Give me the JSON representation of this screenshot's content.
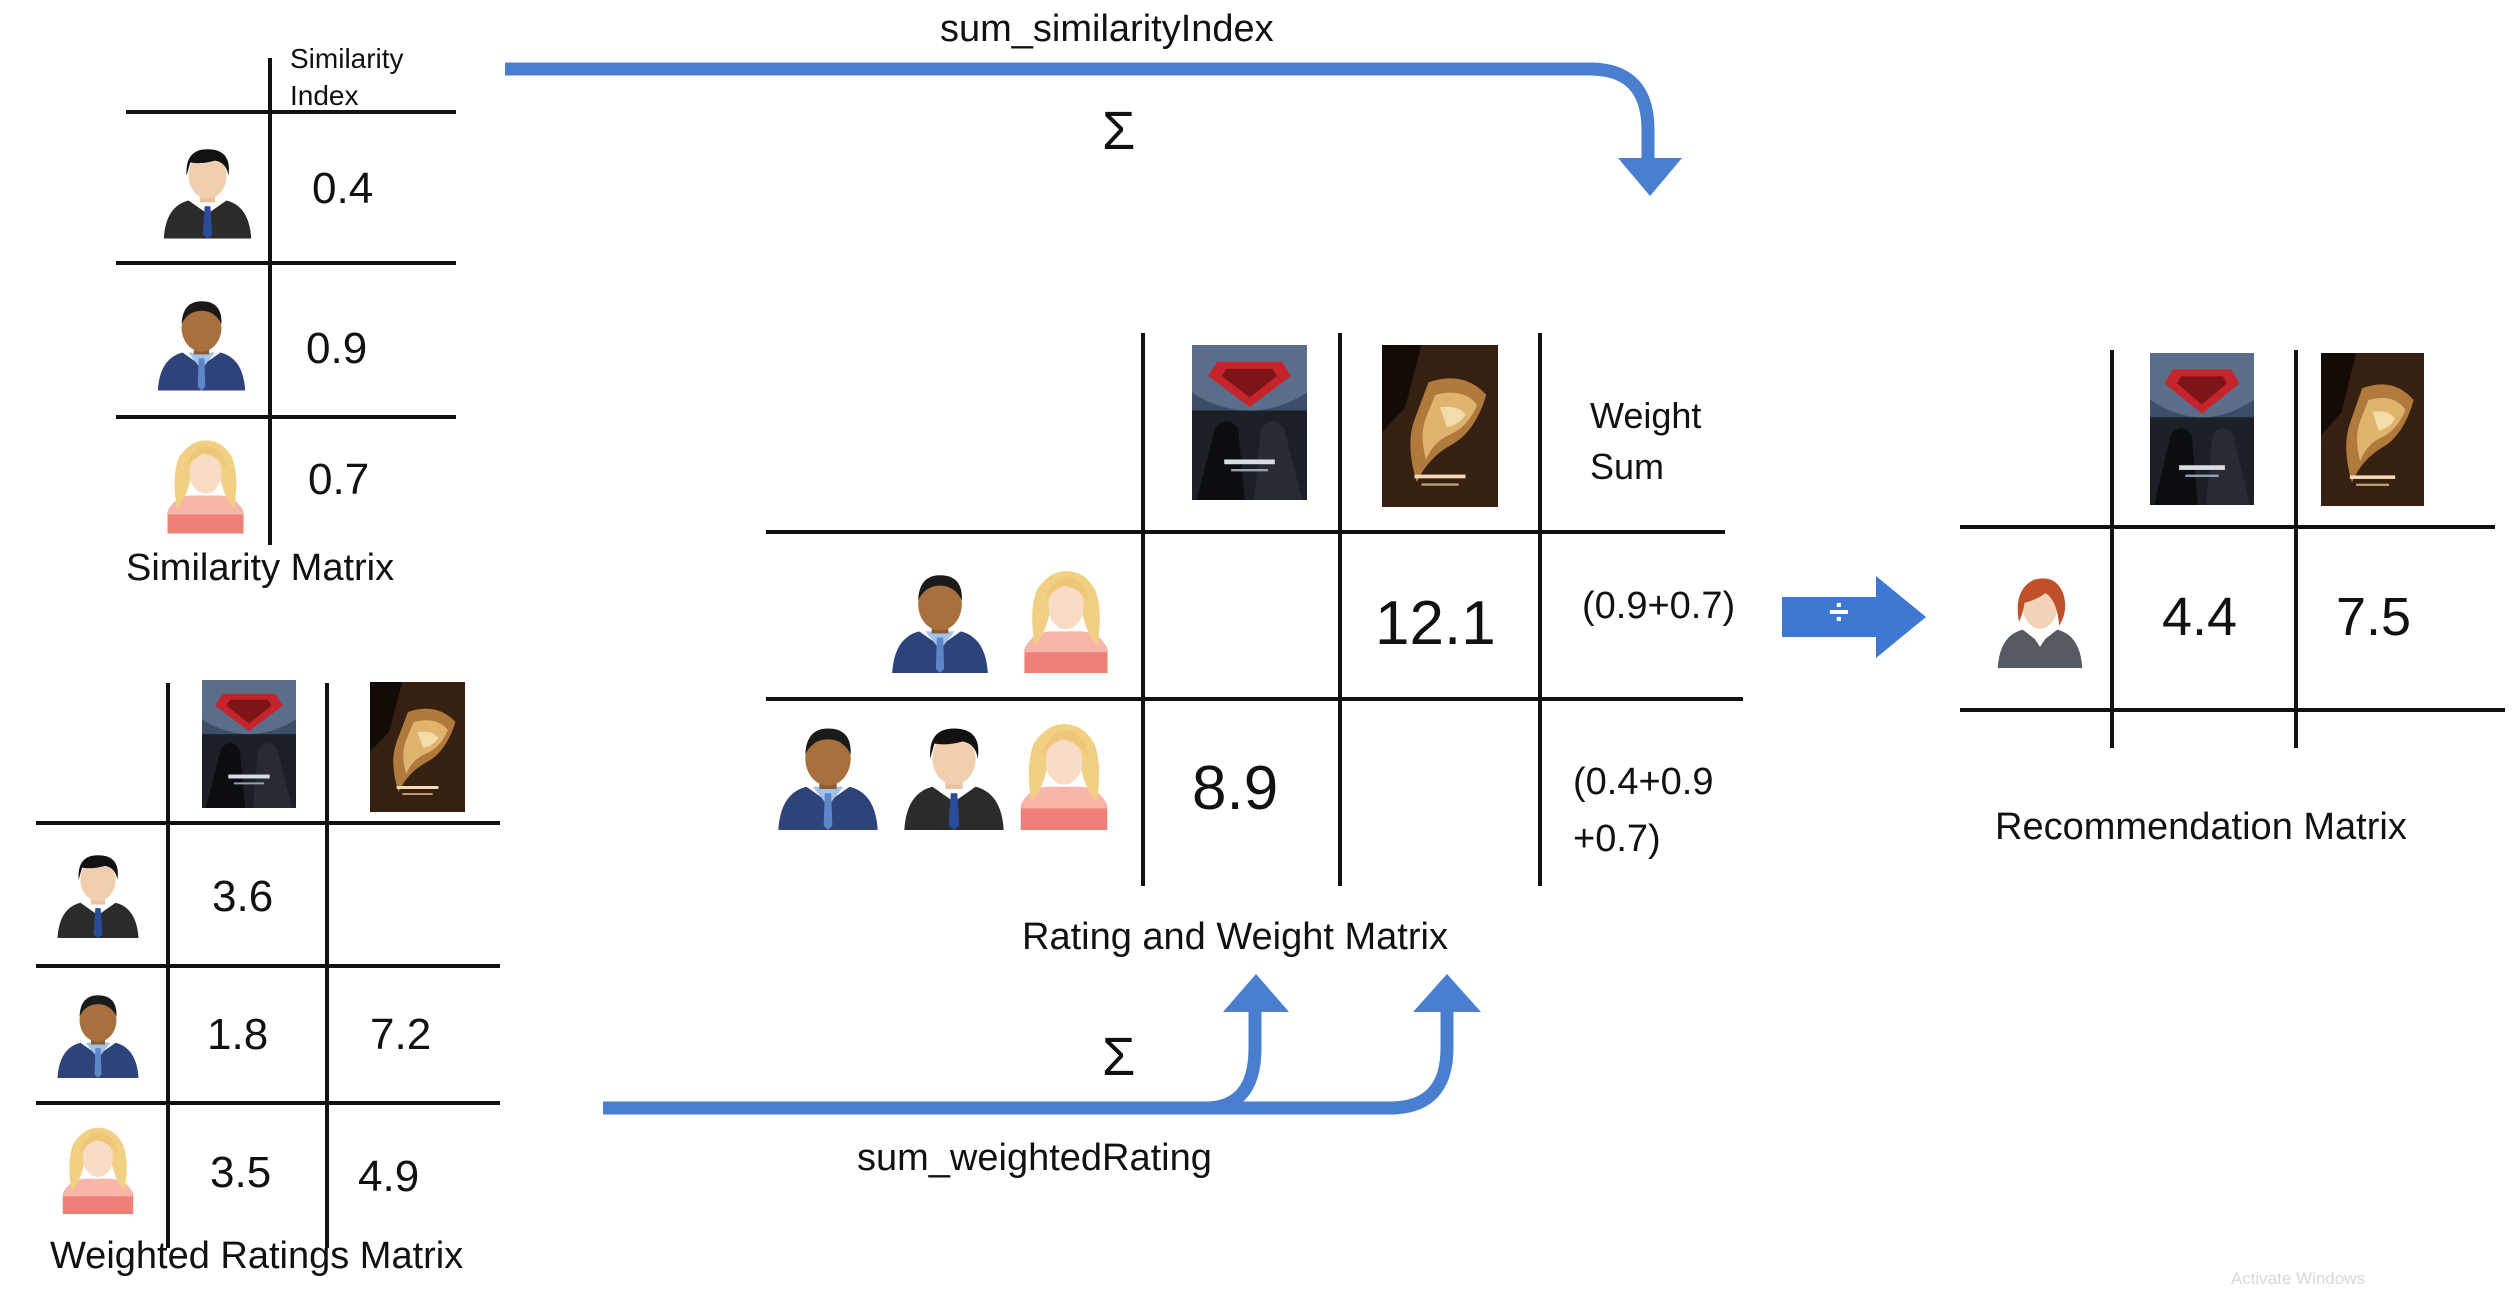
{
  "similarity_matrix": {
    "header": "Similarity\nIndex",
    "rows": [
      {
        "user": "man-dark-hair",
        "value": "0.4"
      },
      {
        "user": "man-brown-skin",
        "value": "0.9"
      },
      {
        "user": "woman-blonde",
        "value": "0.7"
      }
    ],
    "title": "Similarity Matrix"
  },
  "weighted_ratings_matrix": {
    "columns": [
      "batman-v-superman-poster",
      "batman-begins-poster"
    ],
    "rows": [
      {
        "user": "man-dark-hair",
        "values": [
          "3.6",
          ""
        ]
      },
      {
        "user": "man-brown-skin",
        "values": [
          "1.8",
          "7.2"
        ]
      },
      {
        "user": "woman-blonde",
        "values": [
          "3.5",
          "4.9"
        ]
      }
    ],
    "title": "Weighted Ratings Matrix"
  },
  "rating_weight_matrix": {
    "columns": [
      "batman-v-superman-poster",
      "batman-begins-poster"
    ],
    "weight_header": "Weight\nSum",
    "rows": [
      {
        "users": [
          "man-brown-skin",
          "woman-blonde"
        ],
        "values": [
          "",
          "12.1"
        ],
        "weight": "(0.9+0.7)"
      },
      {
        "users": [
          "man-brown-skin",
          "man-dark-hair",
          "woman-blonde"
        ],
        "values": [
          "8.9",
          ""
        ],
        "weight": "(0.4+0.9\n+0.7)"
      }
    ],
    "title": "Rating and Weight Matrix"
  },
  "recommendation_matrix": {
    "columns": [
      "batman-v-superman-poster",
      "batman-begins-poster"
    ],
    "row": {
      "user": "woman-red-hair",
      "values": [
        "4.4",
        "7.5"
      ]
    },
    "title": "Recommendation Matrix"
  },
  "flows": {
    "top_label": "sum_similarityIndex",
    "bottom_label": "sum_weightedRating",
    "sigma": "Σ",
    "divide": "÷"
  },
  "colors": {
    "arrow": "#4a7fd0",
    "divide_arrow": "#3f78d3",
    "line": "#111111"
  },
  "watermark": "Activate Windows"
}
